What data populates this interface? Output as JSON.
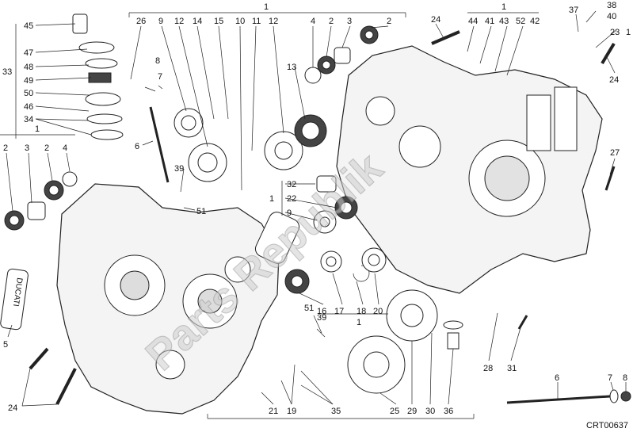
{
  "diagram": {
    "watermark_text": "Parts Republik",
    "drawing_code": "CRT00637",
    "tube_label": "DUCATI"
  },
  "callouts": {
    "c1_top": "1",
    "c26": "26",
    "c9": "9",
    "c12a": "12",
    "c14": "14",
    "c15": "15",
    "c10": "10",
    "c11": "11",
    "c12b": "12",
    "c4a": "4",
    "c2a": "2",
    "c3a": "3",
    "c2b": "2",
    "c24a": "24",
    "c44": "44",
    "c41": "41",
    "c43": "43",
    "c52": "52",
    "c42": "42",
    "c1_tr": "1",
    "c37": "37",
    "c38": "38",
    "c40": "40",
    "c23": "23",
    "c1_r": "1",
    "c24b": "24",
    "c27": "27",
    "c45": "45",
    "c47": "47",
    "c48": "48",
    "c49": "49",
    "c50": "50",
    "c46": "46",
    "c34": "34",
    "c33": "33",
    "c8": "8",
    "c7a": "7",
    "c6a": "6",
    "c13": "13",
    "c1_left": "1",
    "c2c": "2",
    "c3b": "3",
    "c2d": "2",
    "c4b": "4",
    "c39a": "39",
    "c51a": "51",
    "c32": "32",
    "c22": "22",
    "c9b": "9",
    "c1_mid": "1",
    "c16": "16",
    "c17": "17",
    "c18": "18",
    "c20": "20",
    "c1_bot": "1",
    "c51b": "51",
    "c39b": "39",
    "c5": "5",
    "c24c": "24",
    "c21": "21",
    "c19": "19",
    "c35": "35",
    "c25": "25",
    "c29": "29",
    "c30": "30",
    "c36": "36",
    "c28": "28",
    "c31": "31",
    "c6b": "6",
    "c7b": "7",
    "c8b": "8"
  }
}
